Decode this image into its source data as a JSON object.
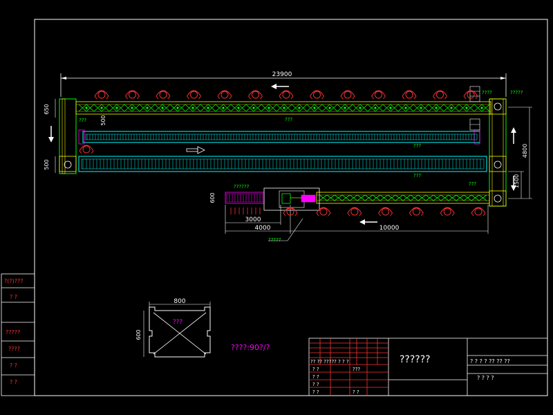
{
  "colors": {
    "background": "#000000",
    "frame": "#ffffff",
    "dimension": "#ffffff",
    "conveyor_frame": "#ffff00",
    "conveyor_links": "#00ff00",
    "belt": "#00ffff",
    "workstation": "#ff3333",
    "magenta": "#ff00ff"
  },
  "dimensions": {
    "overall_length": "23900",
    "top_height": "650",
    "upper_gap": "500",
    "mid_height": "500",
    "right_total": "4800",
    "right_lower": "1500",
    "bottom_height": "600",
    "seg_3000": "3000",
    "seg_4000": "4000",
    "seg_10000": "10000"
  },
  "labels": {
    "top_right_small": "????",
    "top_right_note": "?????",
    "upper_belt_left": "???",
    "upper_chain_center": "???",
    "upper_belt_right": "???",
    "mid_belt_right": "???",
    "right_lower": "???",
    "bottom_left_note": "??????",
    "bottom_below_note": "?????"
  },
  "pallet": {
    "width_label": "800",
    "height_label": "600",
    "center_label": "???"
  },
  "scale_note": "????:90?/?",
  "left_table": [
    "?(?)???",
    "?   ?",
    "?????",
    "????",
    "?   ?",
    "?   ?"
  ],
  "title_block": {
    "main_title": "??????",
    "left_header": "?? ?? ?????  ?  ? ?",
    "left_rows": [
      {
        "a": "?  ?",
        "b": "???"
      },
      {
        "a": "?  ?",
        "b": ""
      },
      {
        "a": "?  ?",
        "b": ""
      },
      {
        "a": "?  ?",
        "b": "?  ?"
      }
    ],
    "right_header": "?  ?  ?  ?  ??  ??  ??",
    "right_values": "?      ?      ?      ?"
  }
}
